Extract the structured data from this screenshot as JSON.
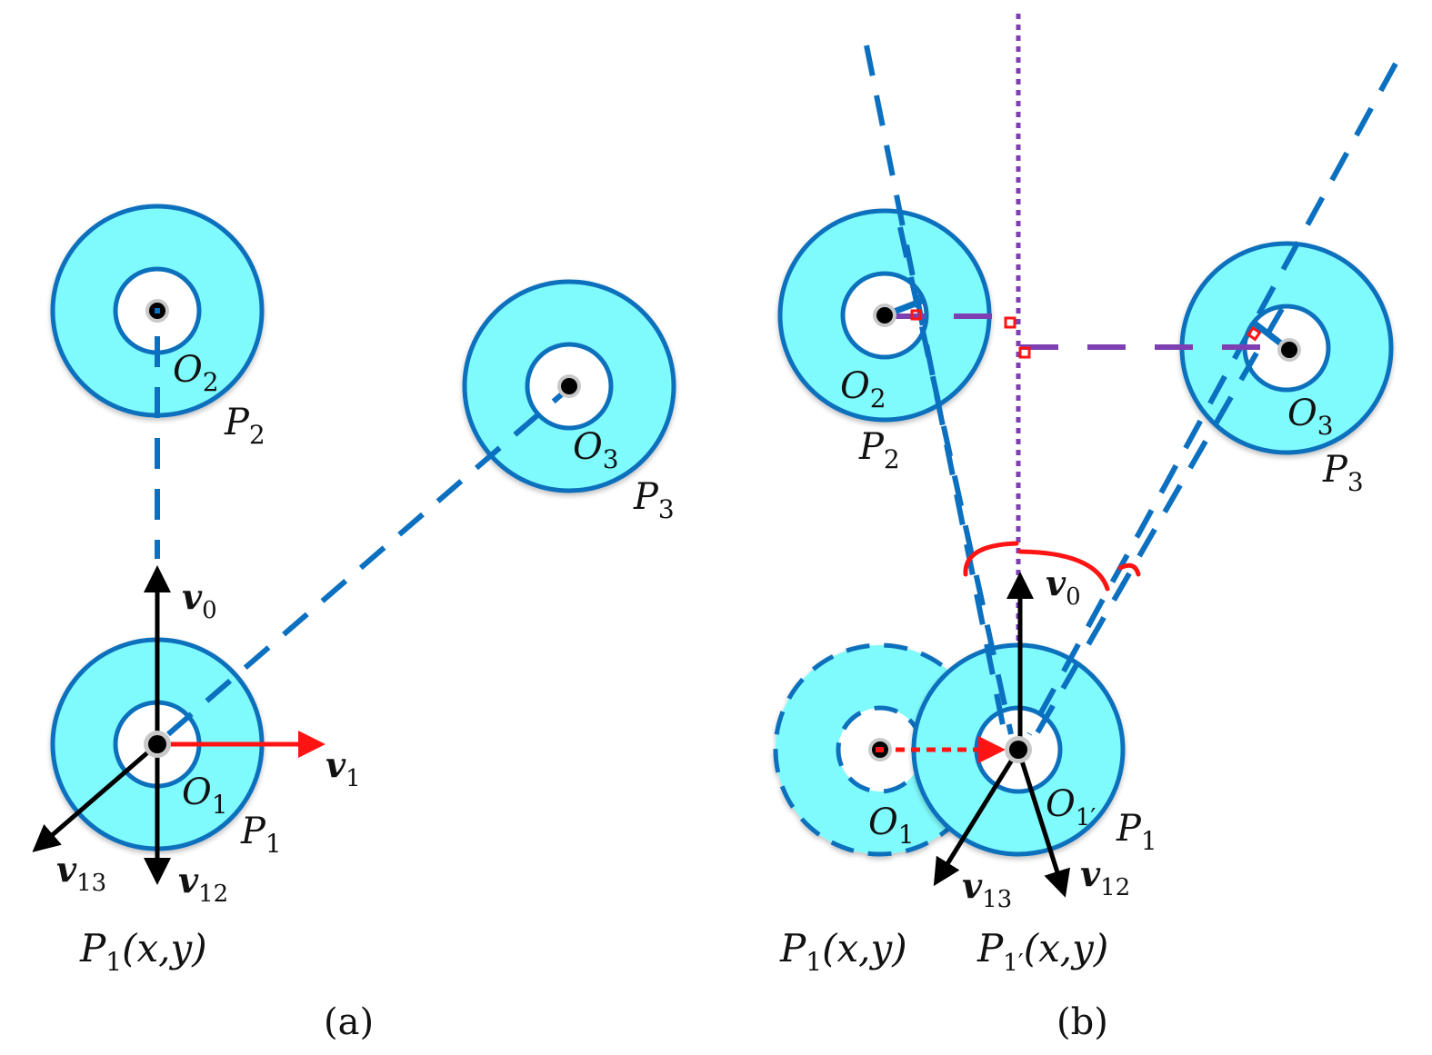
{
  "figure": {
    "panel_a": {
      "caption": "(a)",
      "robots": [
        {
          "name": "P",
          "sub": "1",
          "center_name": "O",
          "center_sub": "1"
        },
        {
          "name": "P",
          "sub": "2",
          "center_name": "O",
          "center_sub": "2"
        },
        {
          "name": "P",
          "sub": "3",
          "center_name": "O",
          "center_sub": "3"
        }
      ],
      "vectors": [
        {
          "name": "v",
          "sub": "0"
        },
        {
          "name": "v",
          "sub": "1"
        },
        {
          "name": "v",
          "sub": "12"
        },
        {
          "name": "v",
          "sub": "13"
        }
      ],
      "position_label": {
        "name": "P",
        "sub": "1",
        "args": "(x,y)"
      }
    },
    "panel_b": {
      "caption": "(b)",
      "robots": [
        {
          "name": "P",
          "sub": "1",
          "center_name": "O",
          "center_sub": "1′"
        },
        {
          "name": "P",
          "sub": "2",
          "center_name": "O",
          "center_sub": "2"
        },
        {
          "name": "P",
          "sub": "3",
          "center_name": "O",
          "center_sub": "3"
        }
      ],
      "ghost_center": {
        "name": "O",
        "sub": "1"
      },
      "vectors": [
        {
          "name": "v",
          "sub": "0"
        },
        {
          "name": "v",
          "sub": "12"
        },
        {
          "name": "v",
          "sub": "13"
        }
      ],
      "position_labels": [
        {
          "name": "P",
          "sub": "1",
          "args": "(x,y)"
        },
        {
          "name": "P",
          "sub": "1′",
          "args": "(x,y)"
        }
      ]
    },
    "colors": {
      "robot_fill": "#80fbfd",
      "robot_stroke": "#0c6fbd",
      "line_blue": "#0c70c0",
      "line_purple": "#7d3fb2",
      "accent_red": "#ff1414"
    }
  }
}
